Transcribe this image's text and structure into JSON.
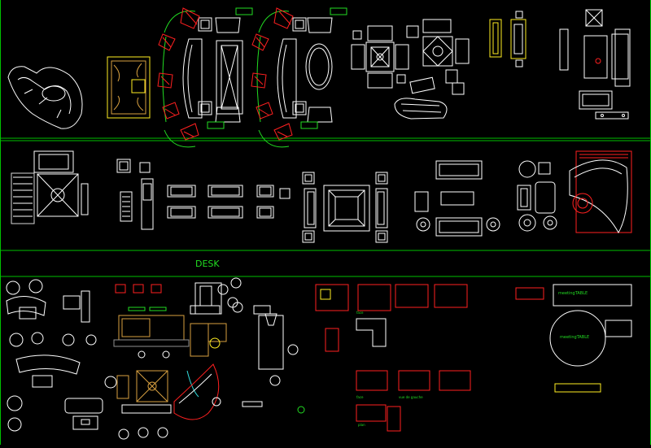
{
  "drawing": {
    "section_label": "DESK",
    "labels": {
      "meeting_table_rect": "meetingTABLE",
      "meeting_table_round": "meetingTABLE",
      "face_1": "face",
      "face_2": "face",
      "side_view": "vue de gauche",
      "plan": "plan"
    },
    "colors": {
      "background": "#000000",
      "line": "#ffffff",
      "divider": "#00c000",
      "red": "#ff2020",
      "yellow": "#ffee22",
      "green": "#22dd22",
      "magenta": "#ff44ff",
      "cyan": "#33dddd",
      "orange": "#d8a040",
      "tan": "#c0a060",
      "gray": "#909090"
    }
  }
}
